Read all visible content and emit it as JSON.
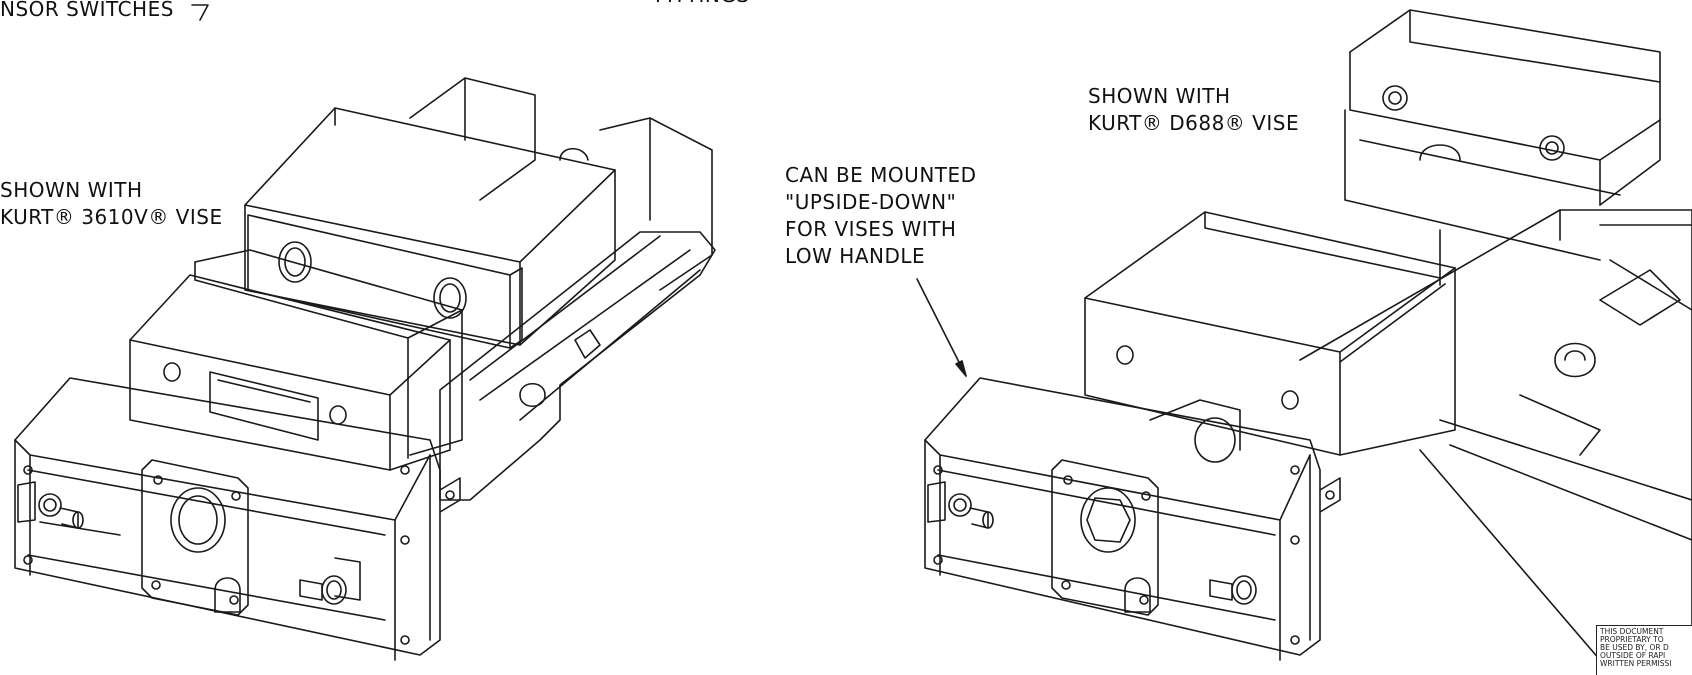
{
  "labels": {
    "sensor_switches": "NSOR SWITCHES",
    "fittings": "FITTINGS",
    "left_vise": [
      "SHOWN WITH",
      "KURT® 3610V® VISE"
    ],
    "right_vise": [
      "SHOWN WITH",
      "KURT® D688® VISE"
    ],
    "mounting_note": [
      "CAN BE MOUNTED",
      "\"UPSIDE-DOWN\"",
      "FOR VISES WITH",
      "LOW HANDLE"
    ]
  },
  "disclaimer": [
    "THIS DOCUMENT",
    "PROPRIETARY TO",
    "BE USED BY, OR D",
    "OUTSIDE OF RAPI",
    "WRITTEN PERMISSI"
  ],
  "colors": {
    "line": "#1a1a1a",
    "background": "#ffffff"
  }
}
